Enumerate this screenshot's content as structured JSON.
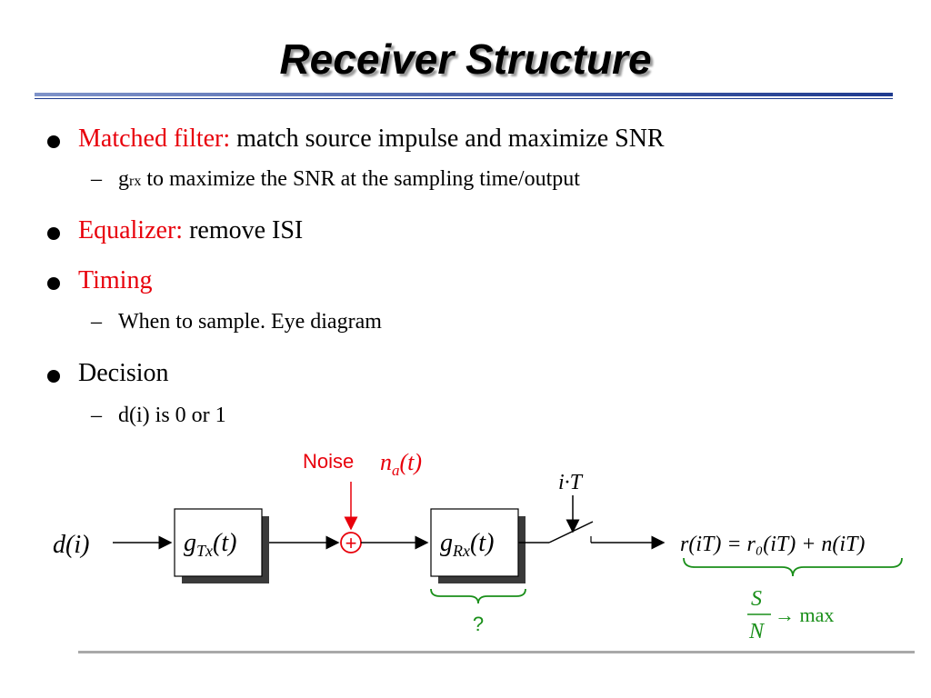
{
  "title": "Receiver Structure",
  "bullets": [
    {
      "highlight": "Matched filter:",
      "text": " match source impulse and maximize SNR",
      "sub": {
        "prefix": "g",
        "subscript": "rx",
        "text": " to maximize the SNR at the sampling time/output"
      }
    },
    {
      "highlight": "Equalizer:",
      "text": " remove ISI"
    },
    {
      "highlight": "Timing",
      "text": "",
      "sub": {
        "text": "When to sample. Eye diagram"
      }
    },
    {
      "highlight": "",
      "text": "Decision",
      "sub": {
        "text": "d(i) is 0 or 1"
      }
    }
  ],
  "diagram": {
    "input": "d(i)",
    "tx_block": {
      "g": "g",
      "sub": "Tx",
      "arg": "(t)"
    },
    "rx_block": {
      "g": "g",
      "sub": "Rx",
      "arg": "(t)"
    },
    "noise_label": "Noise",
    "noise_symbol": {
      "n": "n",
      "sub": "a",
      "arg": "(t)"
    },
    "sum_symbol": "+",
    "sample_label": "i·T",
    "output_eq": "r(iT) = r₀(iT) + n(iT)",
    "question": "?",
    "snr": {
      "num": "S",
      "den": "N",
      "arrow": "→ max"
    },
    "colors": {
      "red": "#e8000b",
      "green": "#1a8f1a",
      "black": "#000000"
    }
  }
}
